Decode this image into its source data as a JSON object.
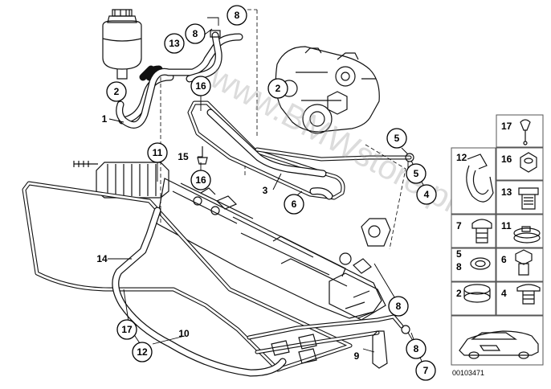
{
  "callouts": {
    "c1": "1",
    "c2a": "2",
    "c2b": "2",
    "c3": "3",
    "c4": "4",
    "c5a": "5",
    "c5b": "5",
    "c6": "6",
    "c7": "7",
    "c8a": "8",
    "c8b": "8",
    "c8c": "8",
    "c8d": "8",
    "c9": "9",
    "c10": "10",
    "c11": "11",
    "c12": "12",
    "c13": "13",
    "c14": "14",
    "c15": "15",
    "c16a": "16",
    "c16b": "16",
    "c17": "17"
  },
  "legend": {
    "cells": [
      {
        "num": "17",
        "icon": "clip-icon"
      },
      {
        "num": "12",
        "icon": "hose-clamp-icon"
      },
      {
        "num": "16",
        "icon": "hex-nut-icon"
      },
      {
        "num": "13",
        "icon": "hollow-bolt-icon"
      },
      {
        "num": "7",
        "icon": "banjo-bolt-icon"
      },
      {
        "num": "11",
        "icon": "hose-clip-icon"
      },
      {
        "num": "5",
        "num2": "8",
        "icon": "seal-ring-icon"
      },
      {
        "num": "6",
        "icon": "hex-bolt-icon"
      },
      {
        "num": "2",
        "icon": "clamp-band-icon"
      },
      {
        "num": "4",
        "icon": "screw-icon"
      }
    ]
  },
  "watermark": "www.BMWstore.pl",
  "diagram_code": "00103471",
  "colors": {
    "ink": "#111111",
    "watermark": "#9a9a9a",
    "box_border": "#555555"
  }
}
